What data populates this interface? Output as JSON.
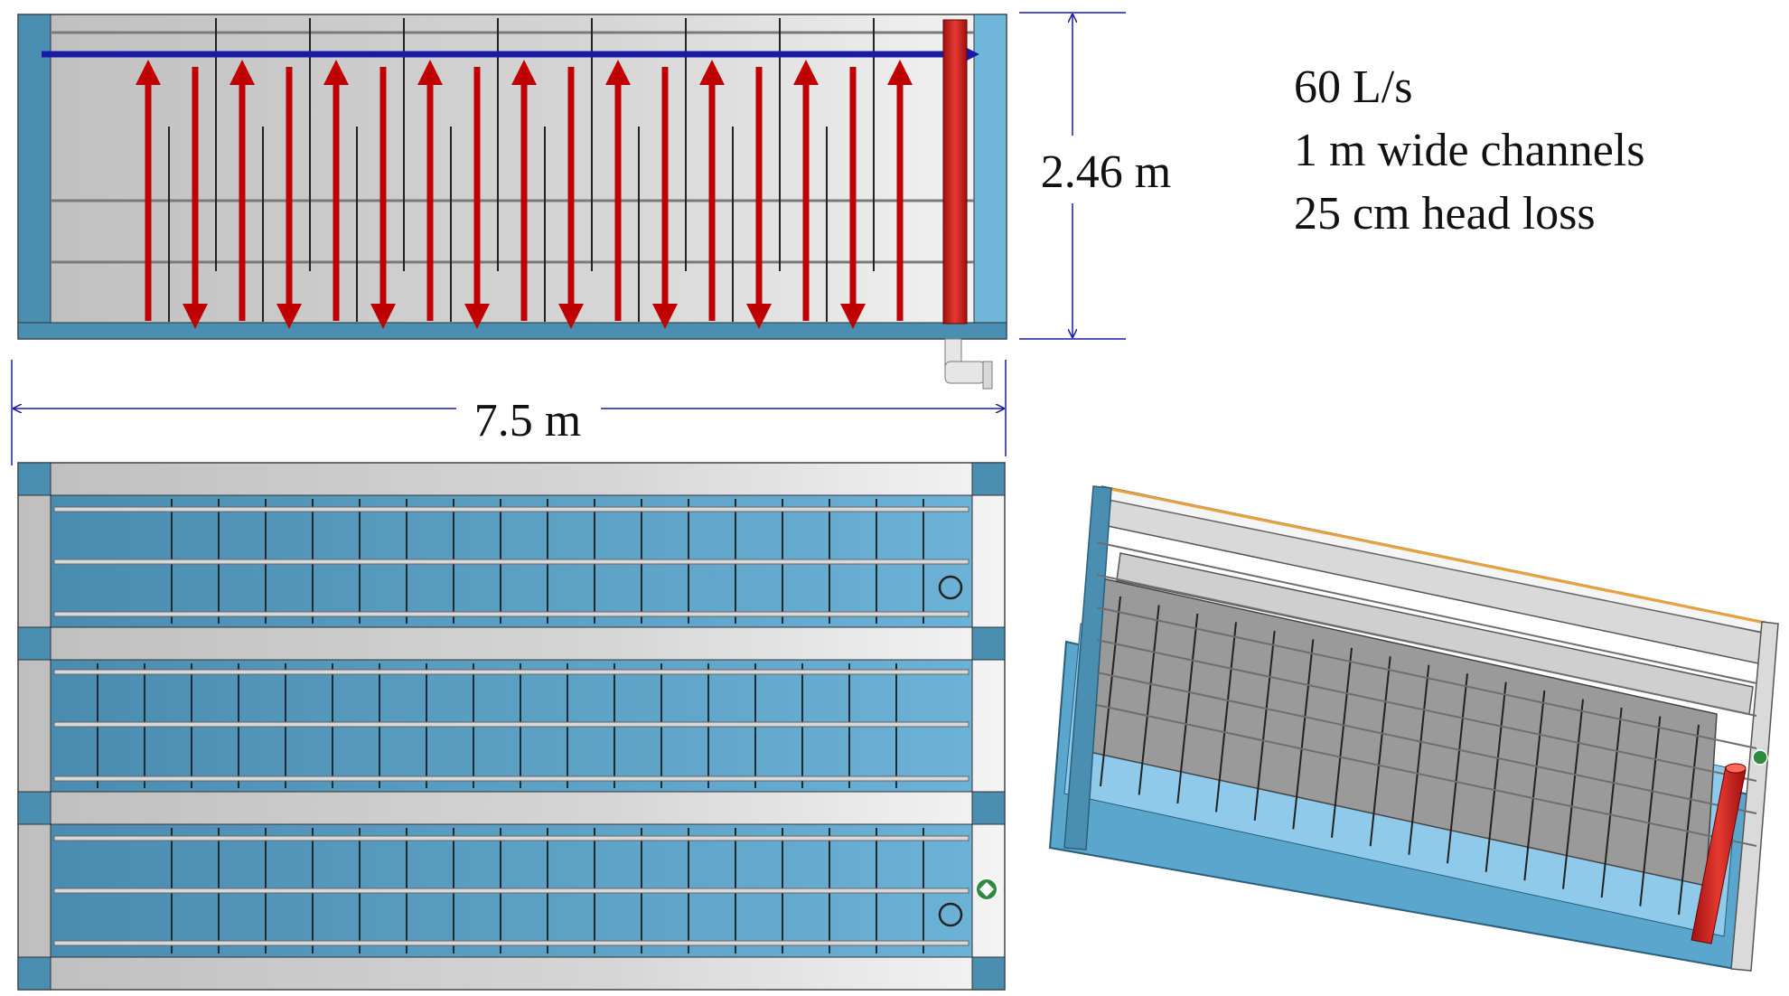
{
  "dimensions": {
    "height_label": "2.46 m",
    "width_label": "7.5 m"
  },
  "specs": [
    "60 L/s",
    "1 m wide channels",
    "25 cm head loss"
  ],
  "colors": {
    "frame": "#4a8fb2",
    "water": "#5a9fc4",
    "baffle_gray": "#c9c9c9",
    "flow_arrow": "#c00000",
    "inlet_arrow": "#1a1aa8",
    "dimension_line": "#1a1aa8",
    "pipe": "#d8231e"
  },
  "views": {
    "top_view": {
      "name": "side elevation with flow arrows",
      "channels": 17
    },
    "plan_view": {
      "name": "plan view of three flocculator banks",
      "banks": 3
    },
    "iso_view": {
      "name": "isometric view"
    }
  }
}
